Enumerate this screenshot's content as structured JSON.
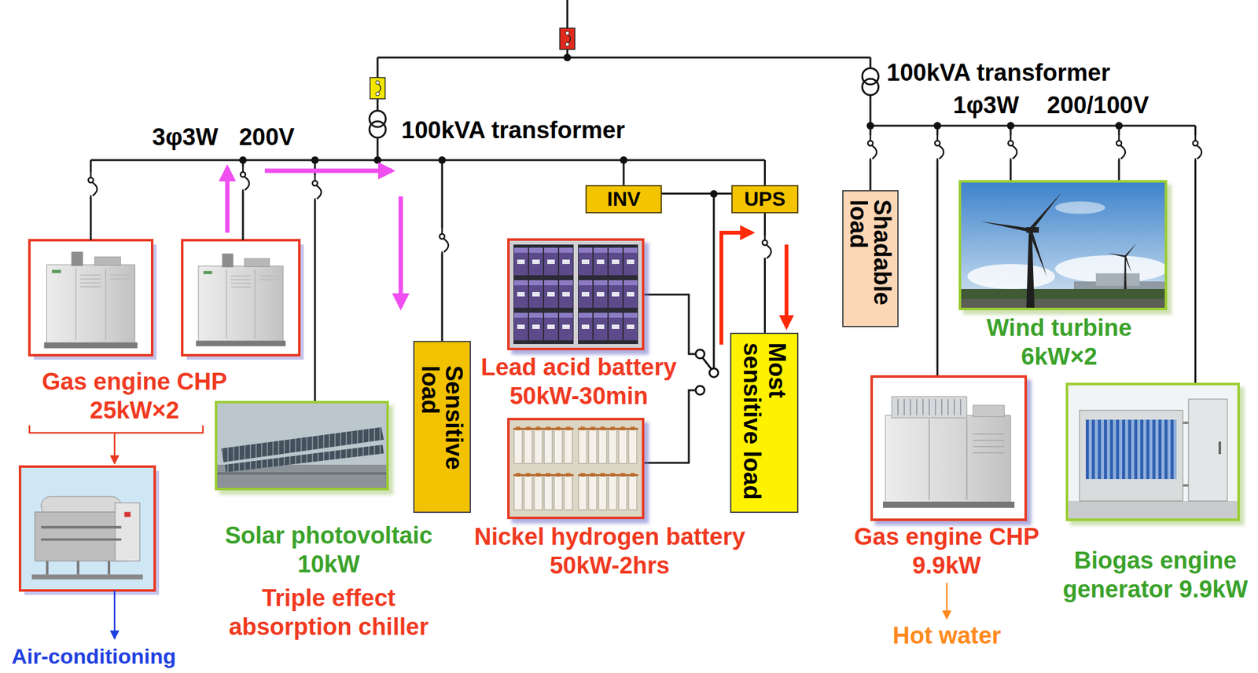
{
  "diagram": {
    "nodes": [
      {
        "text": [
          "INV"
        ]
      },
      {
        "text": [
          "UPS"
        ]
      },
      {
        "text": [
          "Sensitive load"
        ]
      },
      {
        "text": [
          "Most sensitive load"
        ]
      },
      {
        "text": [
          "Shadable load"
        ]
      },
      {
        "text": [
          "Lead acid battery 50kW-30min"
        ]
      },
      {
        "text": [
          "Nickel hydrogen battery 50kW-2hrs"
        ]
      },
      {
        "text": [
          "Solar photovoltaic 10kW"
        ]
      },
      {
        "text": [
          "Wind turbine 6kW×2"
        ]
      },
      {
        "text": [
          "Gas engine CHP 9.9kW"
        ]
      },
      {
        "text": [
          "Biogas engine generator 9.9kW"
        ]
      }
    ],
    "edges": [
      {
        "from": 0,
        "to": 1,
        "arrow": "none"
      },
      {
        "from": 1,
        "to": 3,
        "arrow": "none"
      }
    ],
    "labels": [
      "100kVA transformer",
      "1φ3W 200/100V",
      "3φ3W 200V",
      "100kVA transformer",
      "Gas engine CHP 25kW×2",
      "Triple effect absorption chiller",
      "Air-conditioning",
      "Hot water"
    ]
  }
}
